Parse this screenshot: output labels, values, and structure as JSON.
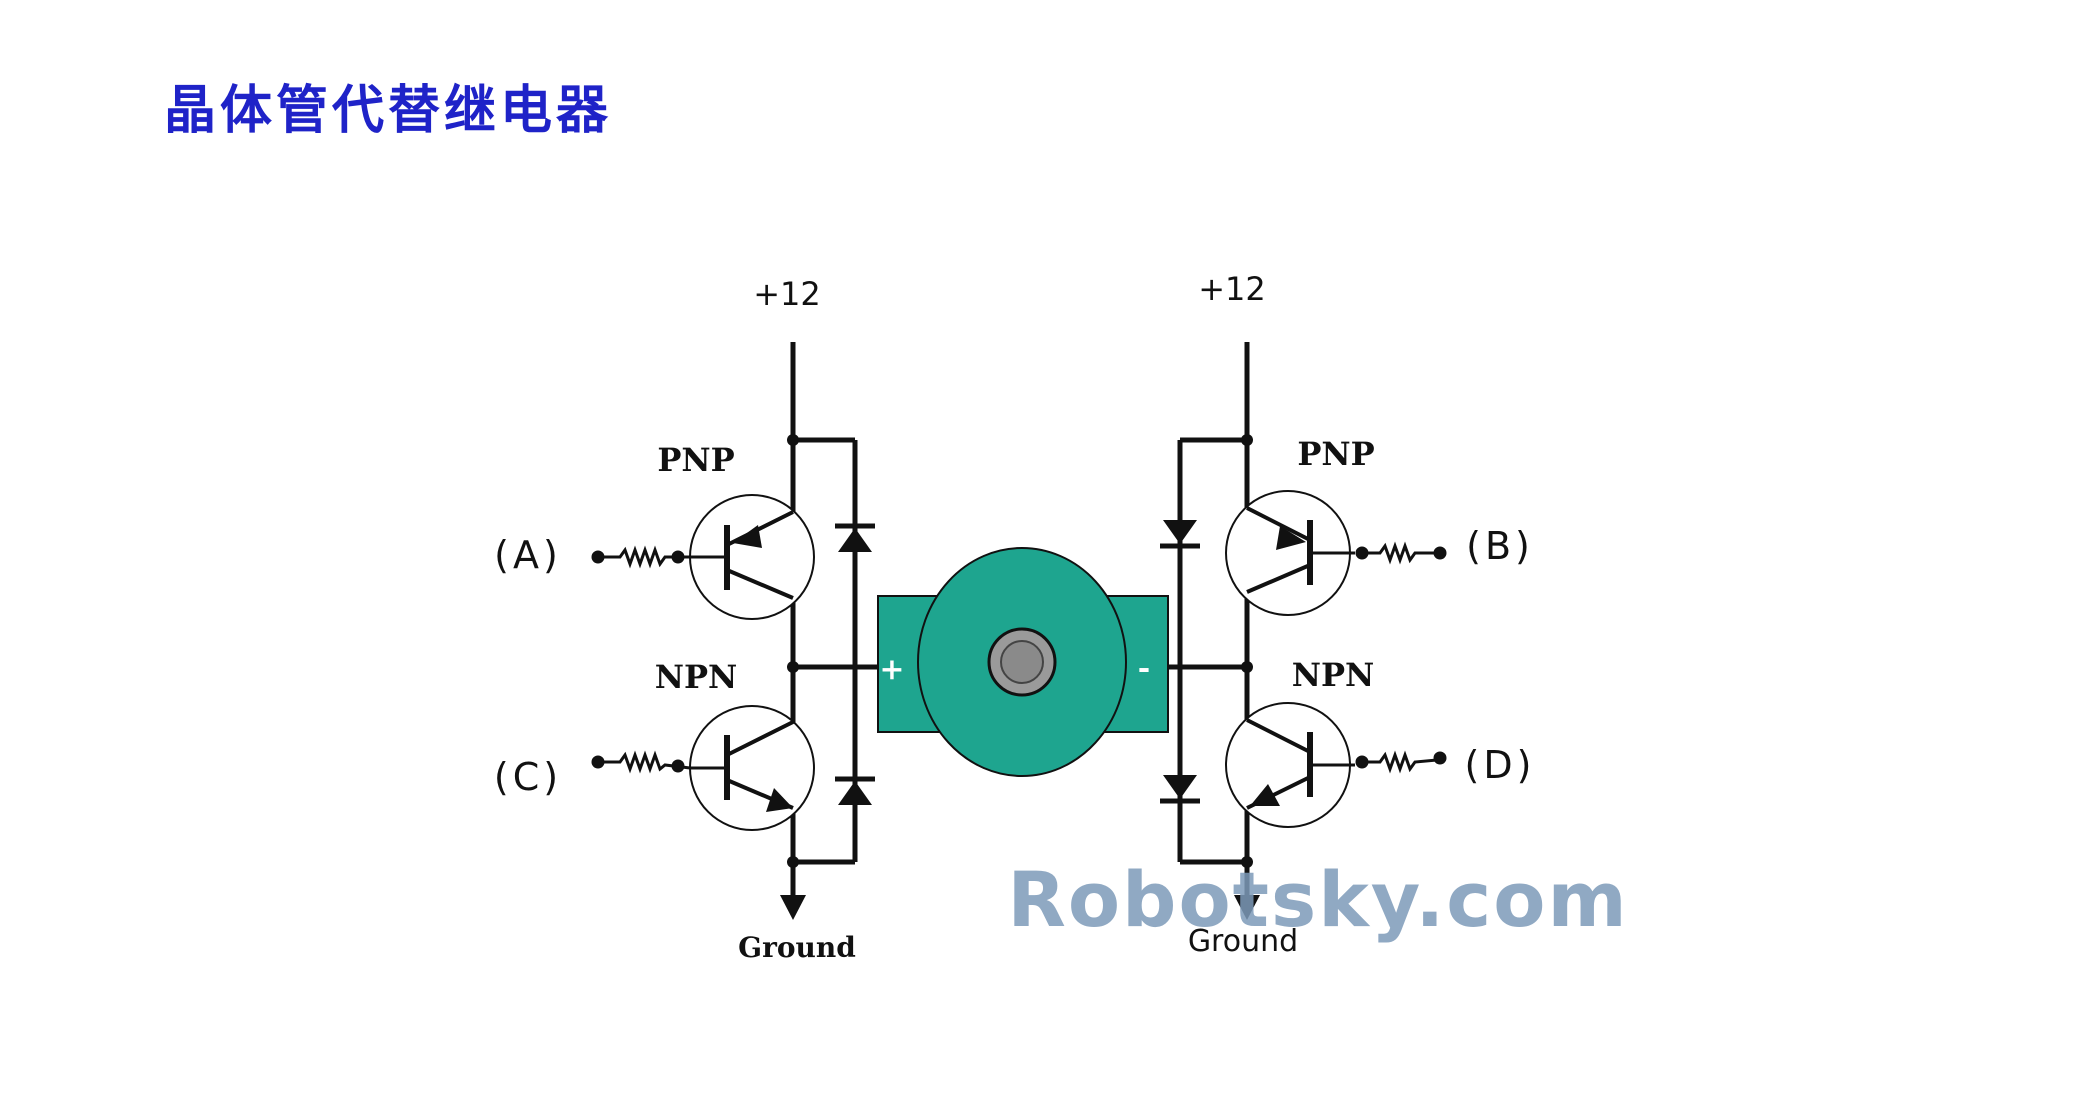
{
  "title": "晶体管代替继电器",
  "diagram": {
    "supply_left": "+12",
    "supply_right": "+12",
    "ground_left": "Ground",
    "ground_right": "Ground",
    "transistors": {
      "top_left": "PNP",
      "top_right": "PNP",
      "bottom_left": "NPN",
      "bottom_right": "NPN"
    },
    "inputs": {
      "a": "(A)",
      "b": "(B)",
      "c": "(C)",
      "d": "(D)"
    },
    "motor": {
      "plus": "+",
      "minus": "-"
    },
    "watermark": "Robotsky.com"
  },
  "colors": {
    "title": "#1f23c8",
    "motor": "#1ea58f",
    "shaft": "#9a9a9a",
    "wire": "#111111",
    "watermark": "#7d9ab8"
  }
}
